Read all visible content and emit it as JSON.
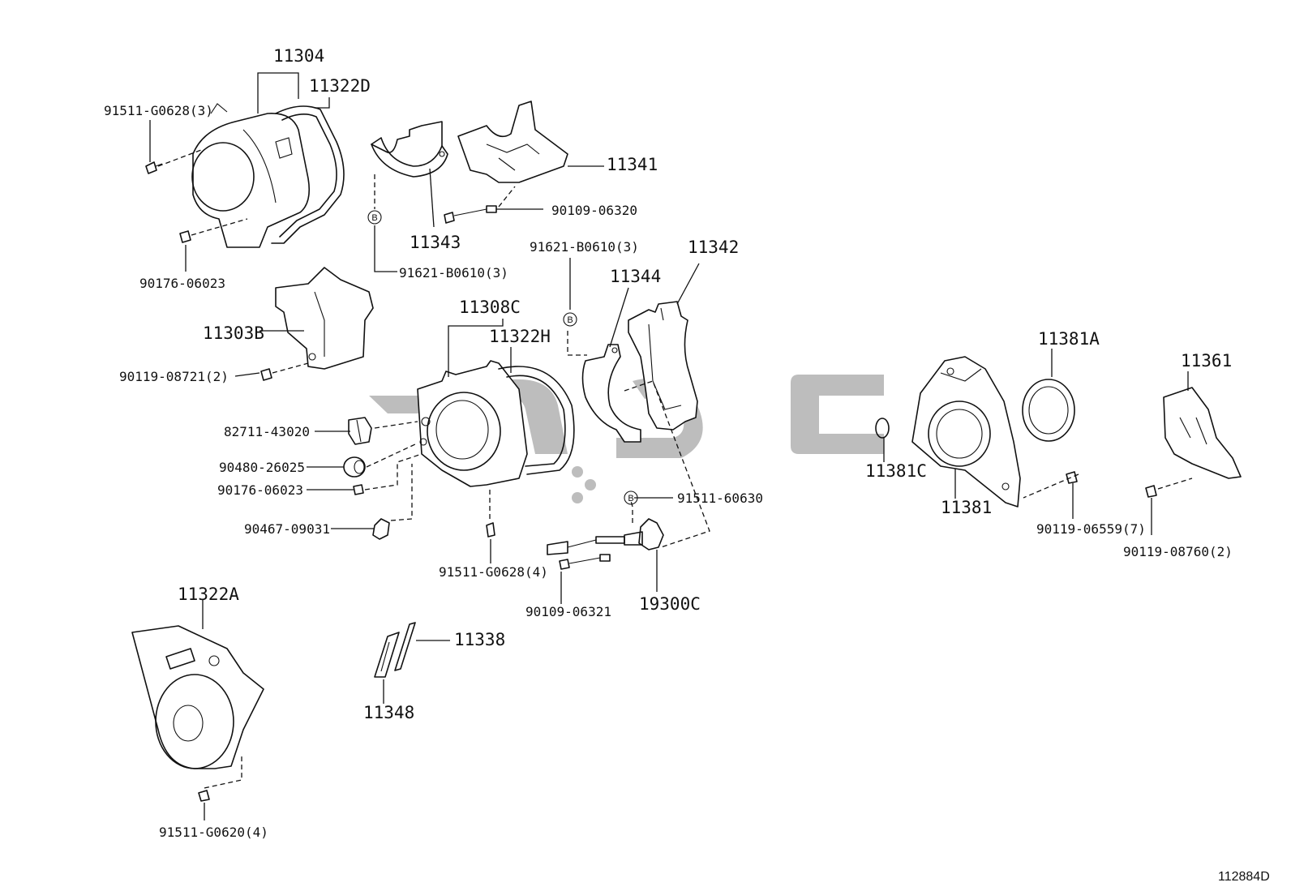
{
  "callouts": {
    "p11304": "11304",
    "p11322D": "11322D",
    "p91511_G0628_3": "91511-G0628(3)",
    "p90176_06023_top": "90176-06023",
    "p11343": "11343",
    "p11341": "11341",
    "p90109_06320": "90109-06320",
    "p91621_B0610_left": "91621-B0610(3)",
    "p91621_B0610_right": "91621-B0610(3)",
    "p11342": "11342",
    "p11344": "11344",
    "p11303B": "11303B",
    "p90119_08721_2": "90119-08721(2)",
    "p11308C": "11308C",
    "p11322H": "11322H",
    "p82711_43020": "82711-43020",
    "p90480_26025": "90480-26025",
    "p90176_06023_mid": "90176-06023",
    "p90467_09031": "90467-09031",
    "p91511_G0628_4": "91511-G0628(4)",
    "p91511_60630": "91511-60630",
    "p90109_06321": "90109-06321",
    "p19300C": "19300C",
    "p11381A": "11381A",
    "p11381C": "11381C",
    "p11381": "11381",
    "p11361": "11361",
    "p90119_06559_7": "90119-06559(7)",
    "p90119_08760_2": "90119-08760(2)",
    "p11322A": "11322A",
    "p11338": "11338",
    "p11348": "11348",
    "p91511_G0620_4": "91511-G0620(4)"
  },
  "ref_marker": "B",
  "diagram_code": "112884D",
  "colors": {
    "line": "#111111",
    "watermark": "#bdbdbd",
    "background": "#ffffff"
  }
}
